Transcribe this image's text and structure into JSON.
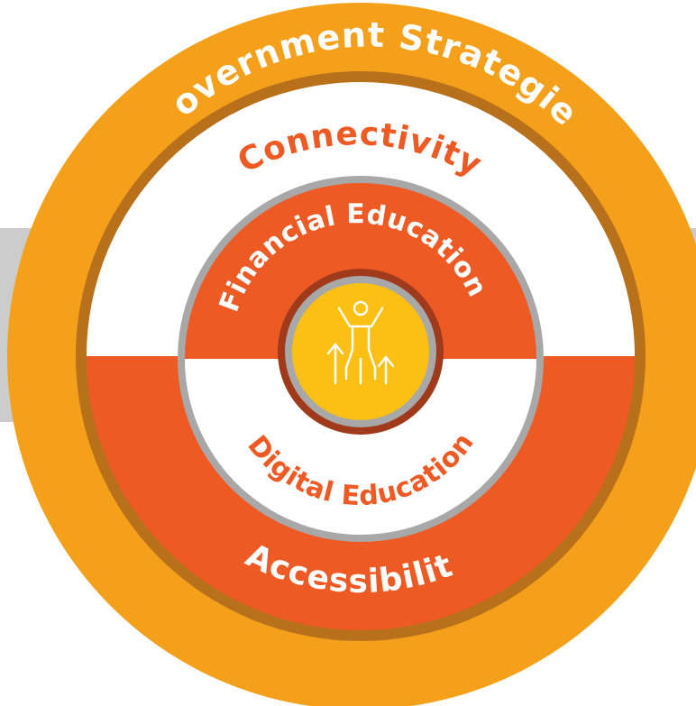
{
  "diagram": {
    "outer_ring": {
      "label": "Government Strategies"
    },
    "middle_ring": {
      "top_label": "Connectivity",
      "bottom_label": "Accessibility"
    },
    "inner_ring": {
      "top_label": "Financial Education",
      "bottom_label": "Digital Education"
    },
    "center": {
      "icon": "person-rising-arrows-icon"
    }
  },
  "colors": {
    "orange": "#F5A01A",
    "dark_orange_ring": "#B8701A",
    "red_orange": "#EE5A24",
    "dark_red": "#A03A1A",
    "gray_band": "#CCCCCC",
    "gray_ring": "#A8A8A8",
    "center_yellow": "#FCC015",
    "white": "#FFFFFF"
  }
}
